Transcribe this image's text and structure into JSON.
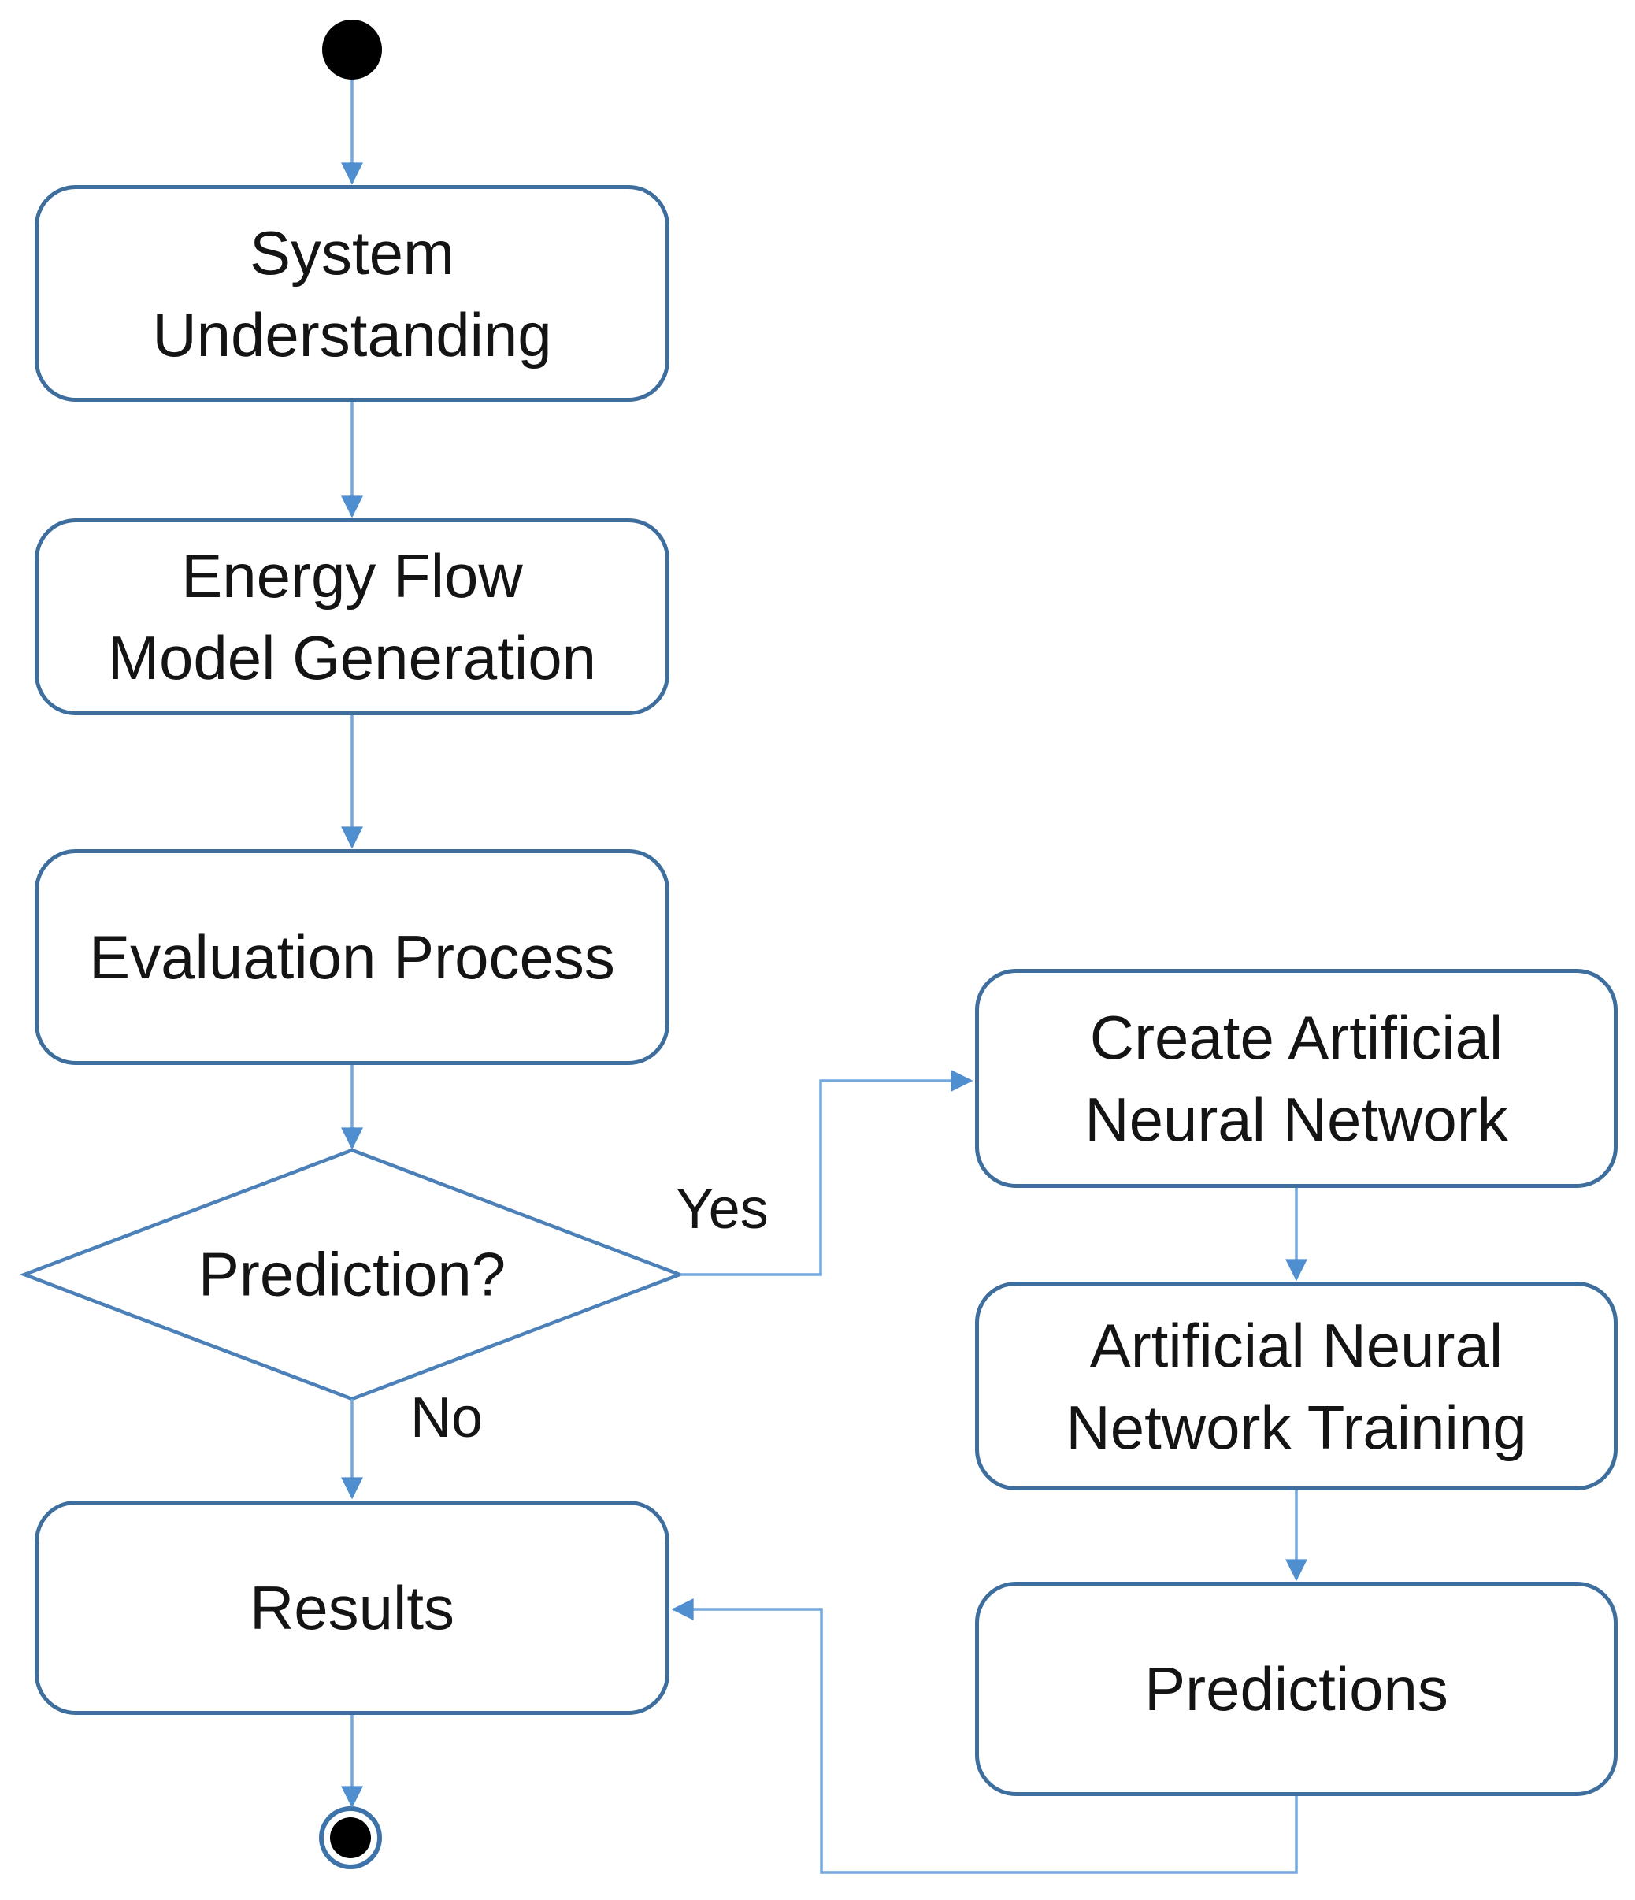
{
  "nodes": {
    "system_understanding": {
      "label": "System Understanding",
      "lines": [
        "System",
        "Understanding"
      ]
    },
    "energy_flow_model_generation": {
      "label": "Energy Flow Model Generation",
      "lines": [
        "Energy Flow",
        "Model Generation"
      ]
    },
    "evaluation_process": {
      "label": "Evaluation Process",
      "lines": [
        "Evaluation Process"
      ]
    },
    "prediction_decision": {
      "label": "Prediction?"
    },
    "create_artificial_neural_network": {
      "label": "Create Artificial Neural Network",
      "lines": [
        "Create Artificial",
        "Neural Network"
      ]
    },
    "artificial_neural_network_training": {
      "label": "Artificial Neural Network Training",
      "lines": [
        "Artificial Neural",
        "Network Training"
      ]
    },
    "predictions": {
      "label": "Predictions"
    },
    "results": {
      "label": "Results"
    }
  },
  "edge_labels": {
    "yes": "Yes",
    "no": "No"
  },
  "colors": {
    "box_border": "#3D6E9E",
    "diamond_border": "#4B80B8",
    "connector": "#74A7DD",
    "arrowhead": "#4F8FD0",
    "end_ring": "#3E73AA",
    "start_fill": "#000000",
    "text": "#141414",
    "background": "#FFFFFF"
  }
}
